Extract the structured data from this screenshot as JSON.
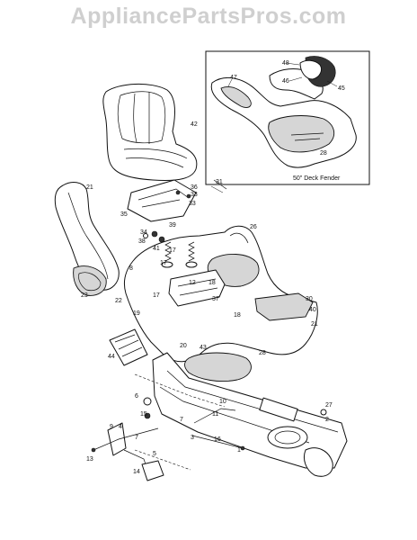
{
  "watermark": "AppliancePartsPros.com",
  "inset": {
    "caption": "50\" Deck Fender"
  },
  "callouts": [
    {
      "id": "c48",
      "text": "48"
    },
    {
      "id": "c47",
      "text": "47"
    },
    {
      "id": "c46",
      "text": "46"
    },
    {
      "id": "c45",
      "text": "45"
    },
    {
      "id": "c28a",
      "text": "28"
    },
    {
      "id": "c42",
      "text": "42"
    },
    {
      "id": "c36",
      "text": "36"
    },
    {
      "id": "c33a",
      "text": "33"
    },
    {
      "id": "c33b",
      "text": "33"
    },
    {
      "id": "c35",
      "text": "35"
    },
    {
      "id": "c31",
      "text": "31"
    },
    {
      "id": "c21",
      "text": "21"
    },
    {
      "id": "c34",
      "text": "34"
    },
    {
      "id": "c39",
      "text": "39"
    },
    {
      "id": "c38",
      "text": "38"
    },
    {
      "id": "c41",
      "text": "41"
    },
    {
      "id": "c17a",
      "text": "17"
    },
    {
      "id": "c26",
      "text": "26"
    },
    {
      "id": "c8",
      "text": "8"
    },
    {
      "id": "c17b",
      "text": "17"
    },
    {
      "id": "c23",
      "text": "23"
    },
    {
      "id": "c22",
      "text": "22"
    },
    {
      "id": "c37",
      "text": "37"
    },
    {
      "id": "c12",
      "text": "12"
    },
    {
      "id": "c18",
      "text": "18"
    },
    {
      "id": "c17c",
      "text": "17"
    },
    {
      "id": "c19",
      "text": "19"
    },
    {
      "id": "c20",
      "text": "20"
    },
    {
      "id": "c18b",
      "text": "18"
    },
    {
      "id": "c30",
      "text": "30"
    },
    {
      "id": "c40",
      "text": "40"
    },
    {
      "id": "c21b",
      "text": "21"
    },
    {
      "id": "c44",
      "text": "44"
    },
    {
      "id": "c43",
      "text": "43"
    },
    {
      "id": "c28b",
      "text": "28"
    },
    {
      "id": "c6",
      "text": "6"
    },
    {
      "id": "c15",
      "text": "15"
    },
    {
      "id": "c10",
      "text": "10"
    },
    {
      "id": "c11",
      "text": "11"
    },
    {
      "id": "c7a",
      "text": "7"
    },
    {
      "id": "c27",
      "text": "27"
    },
    {
      "id": "c2",
      "text": "2"
    },
    {
      "id": "c9",
      "text": "9"
    },
    {
      "id": "c4",
      "text": "4"
    },
    {
      "id": "c7b",
      "text": "7"
    },
    {
      "id": "c3",
      "text": "3"
    },
    {
      "id": "c16",
      "text": "16"
    },
    {
      "id": "c1",
      "text": "1"
    },
    {
      "id": "c13",
      "text": "13"
    },
    {
      "id": "c14",
      "text": "14"
    },
    {
      "id": "c5",
      "text": "5"
    }
  ]
}
